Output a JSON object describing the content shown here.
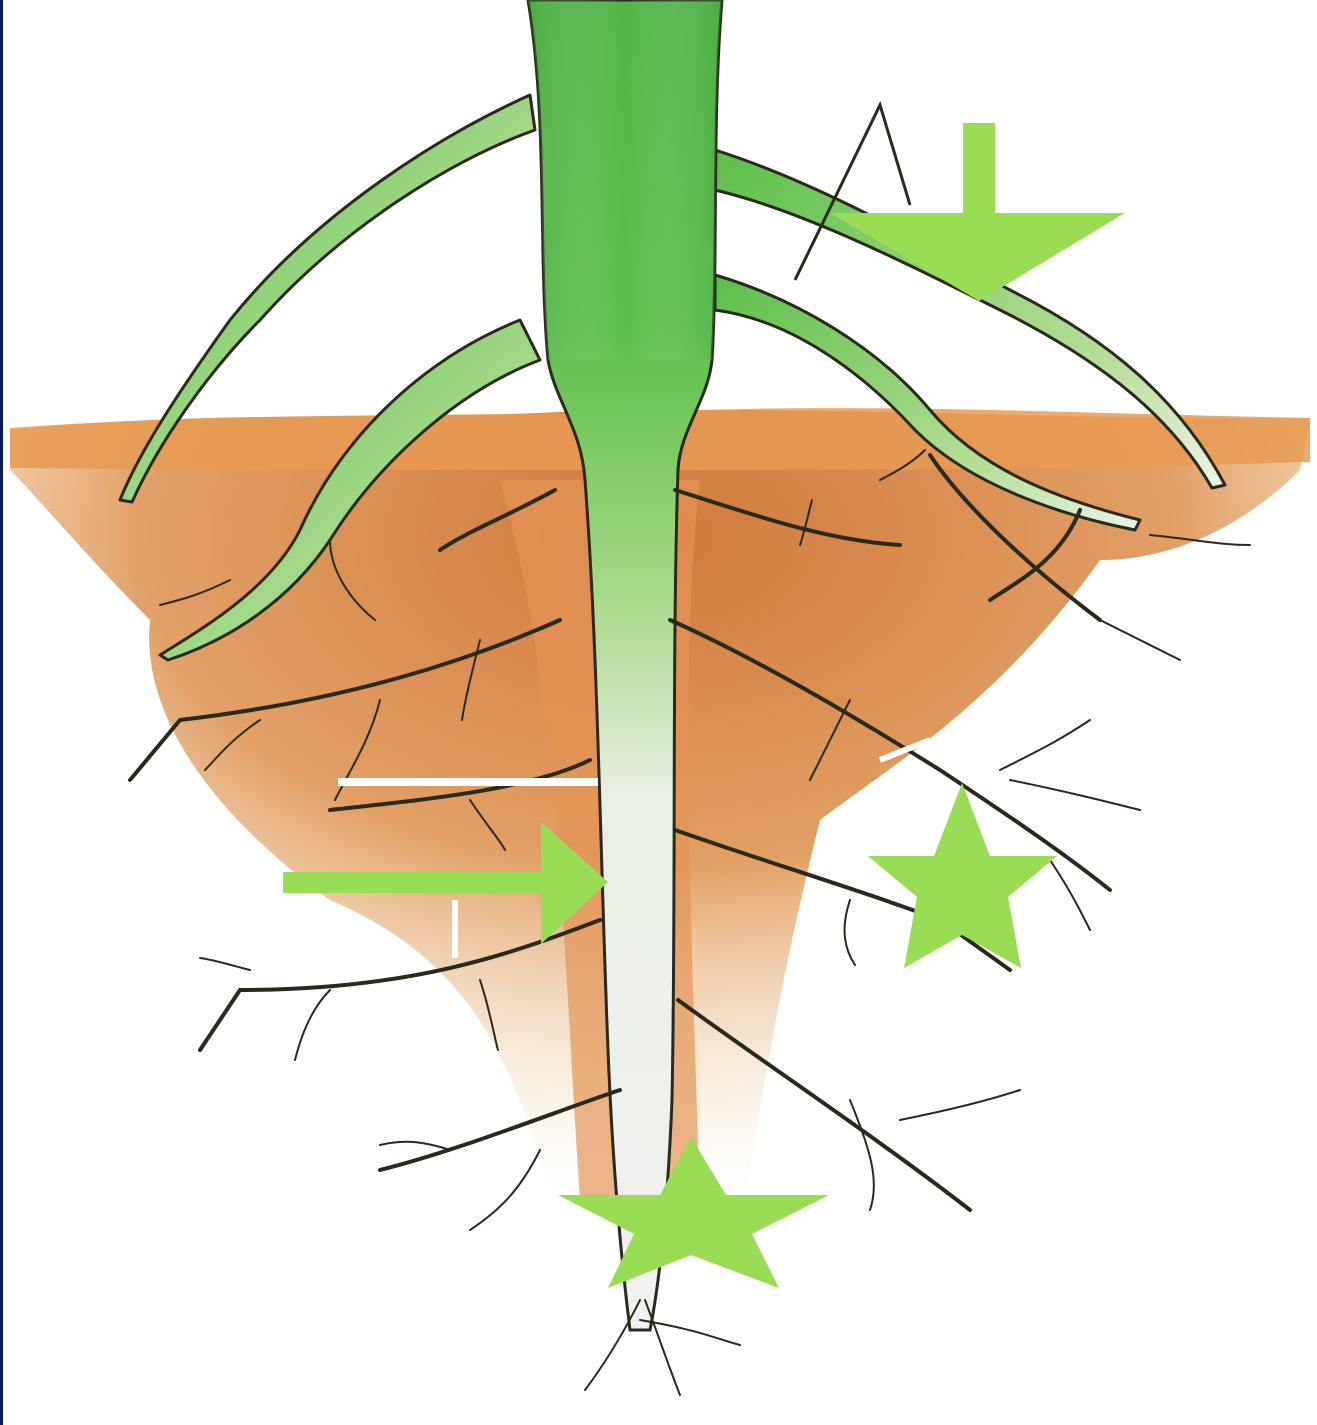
{
  "diagram": {
    "subject": "plant-root-system",
    "labels": [],
    "colors": {
      "stem_green": "#5cbf4a",
      "stem_light": "#c7e3b4",
      "root_white": "#f1f1f1",
      "root_outline": "#2a2a1c",
      "soil": "#e2a066",
      "soil_dark": "#d0793c",
      "marker_green": "#99dd55",
      "edge_navy": "#0b1a5c"
    },
    "markers": [
      {
        "name": "arrow-down",
        "shape": "arrow",
        "direction": "down"
      },
      {
        "name": "arrow-right",
        "shape": "arrow",
        "direction": "right"
      },
      {
        "name": "star-right",
        "shape": "star"
      },
      {
        "name": "star-bottom",
        "shape": "star"
      }
    ]
  }
}
